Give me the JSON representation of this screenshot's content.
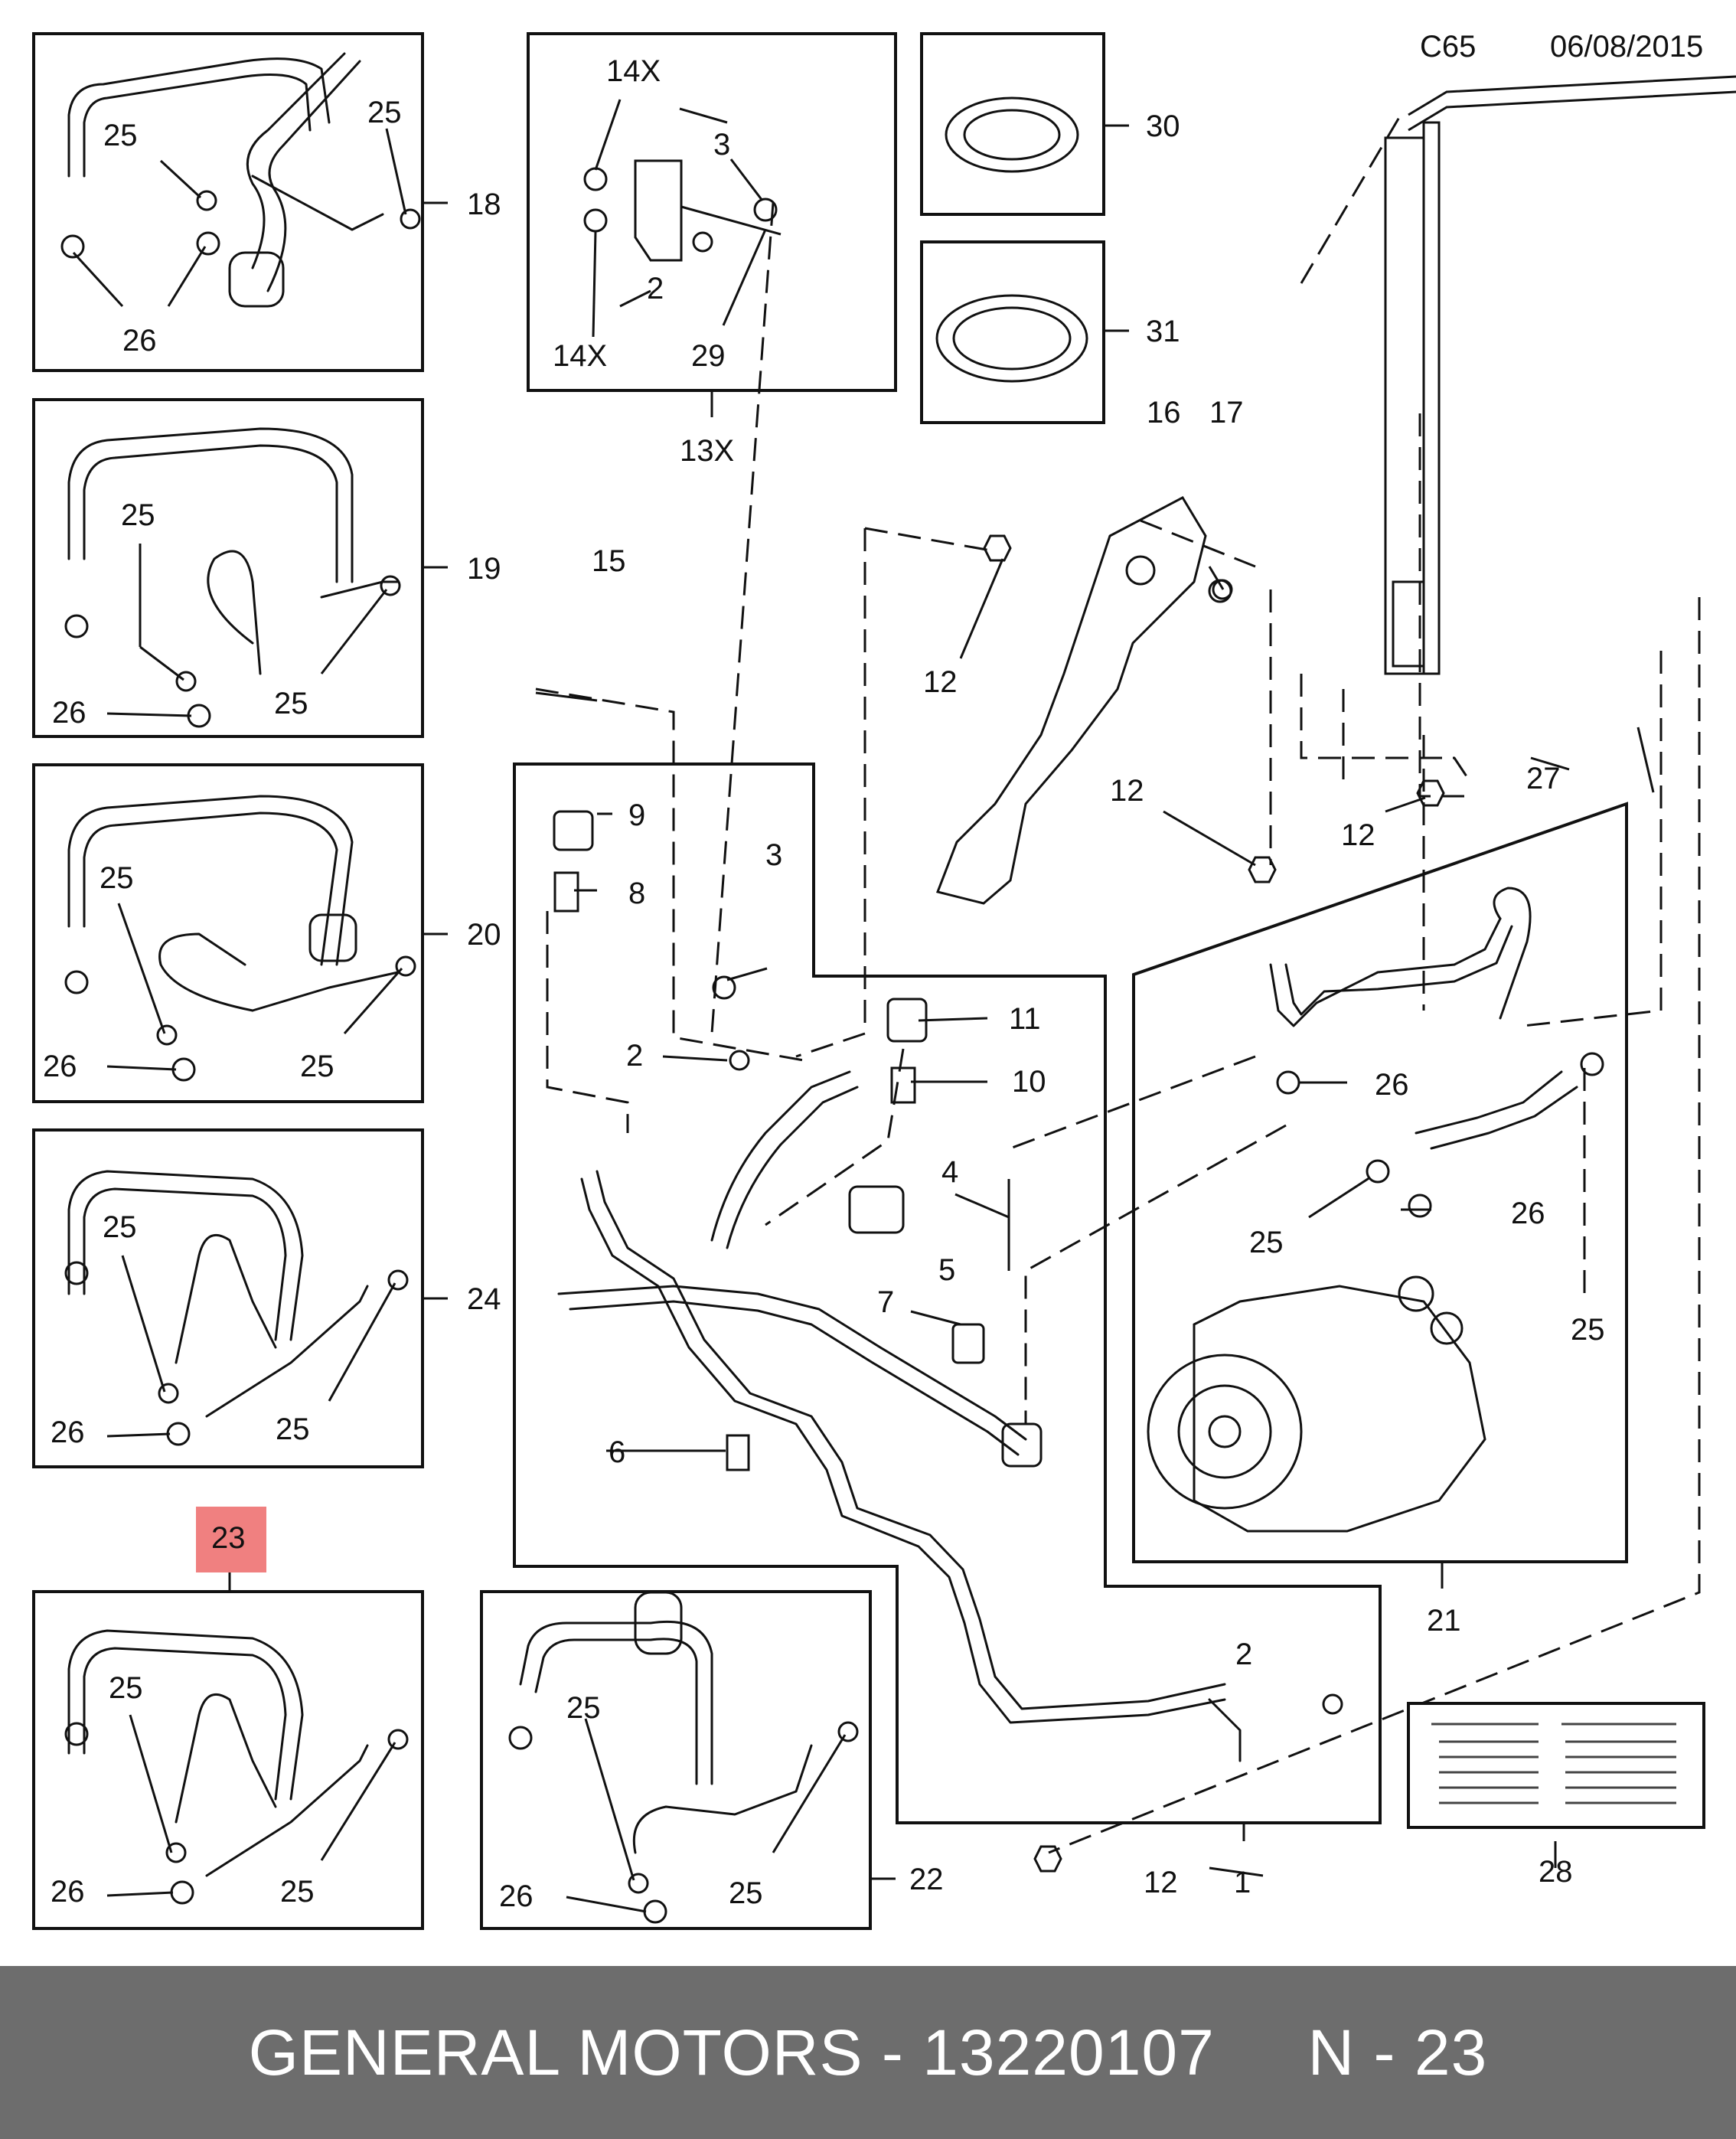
{
  "header": {
    "code": "C65",
    "date": "06/08/2015"
  },
  "callouts": {
    "c14x_top": "14X",
    "c3_top": "3",
    "c14x_bot": "14X",
    "c2_top": "2",
    "c29": "29",
    "c13x": "13X",
    "c30": "30",
    "c31": "31",
    "c16": "16",
    "c17": "17",
    "c12_a": "12",
    "c12_b": "12",
    "c12_c": "12",
    "c12_d": "12",
    "c27": "27",
    "c15": "15",
    "c9": "9",
    "c8": "8",
    "c3_mid": "3",
    "c11": "11",
    "c2_mid": "2",
    "c10": "10",
    "c4": "4",
    "c5": "5",
    "c7": "7",
    "c6": "6",
    "c2_low": "2",
    "c1": "1",
    "c21": "21",
    "c26_r1": "26",
    "c25_r1": "25",
    "c26_r2": "26",
    "c25_r2": "25",
    "c28": "28",
    "c18": "18",
    "c19": "19",
    "c20": "20",
    "c24": "24",
    "c22": "22",
    "p18_25a": "25",
    "p18_25b": "25",
    "p18_26": "26",
    "p19_25a": "25",
    "p19_26": "26",
    "p19_25b": "25",
    "p20_25a": "25",
    "p20_26": "26",
    "p20_25b": "25",
    "p24_25a": "25",
    "p24_26": "26",
    "p24_25b": "25",
    "p23_25a": "25",
    "p23_26": "26",
    "p23_25b": "25",
    "p22_25a": "25",
    "p22_26": "26",
    "p22_25b": "25"
  },
  "highlight": {
    "label": "23",
    "color": "#f08080"
  },
  "footer": {
    "text": "GENERAL MOTORS - 13220107     N - 23"
  }
}
